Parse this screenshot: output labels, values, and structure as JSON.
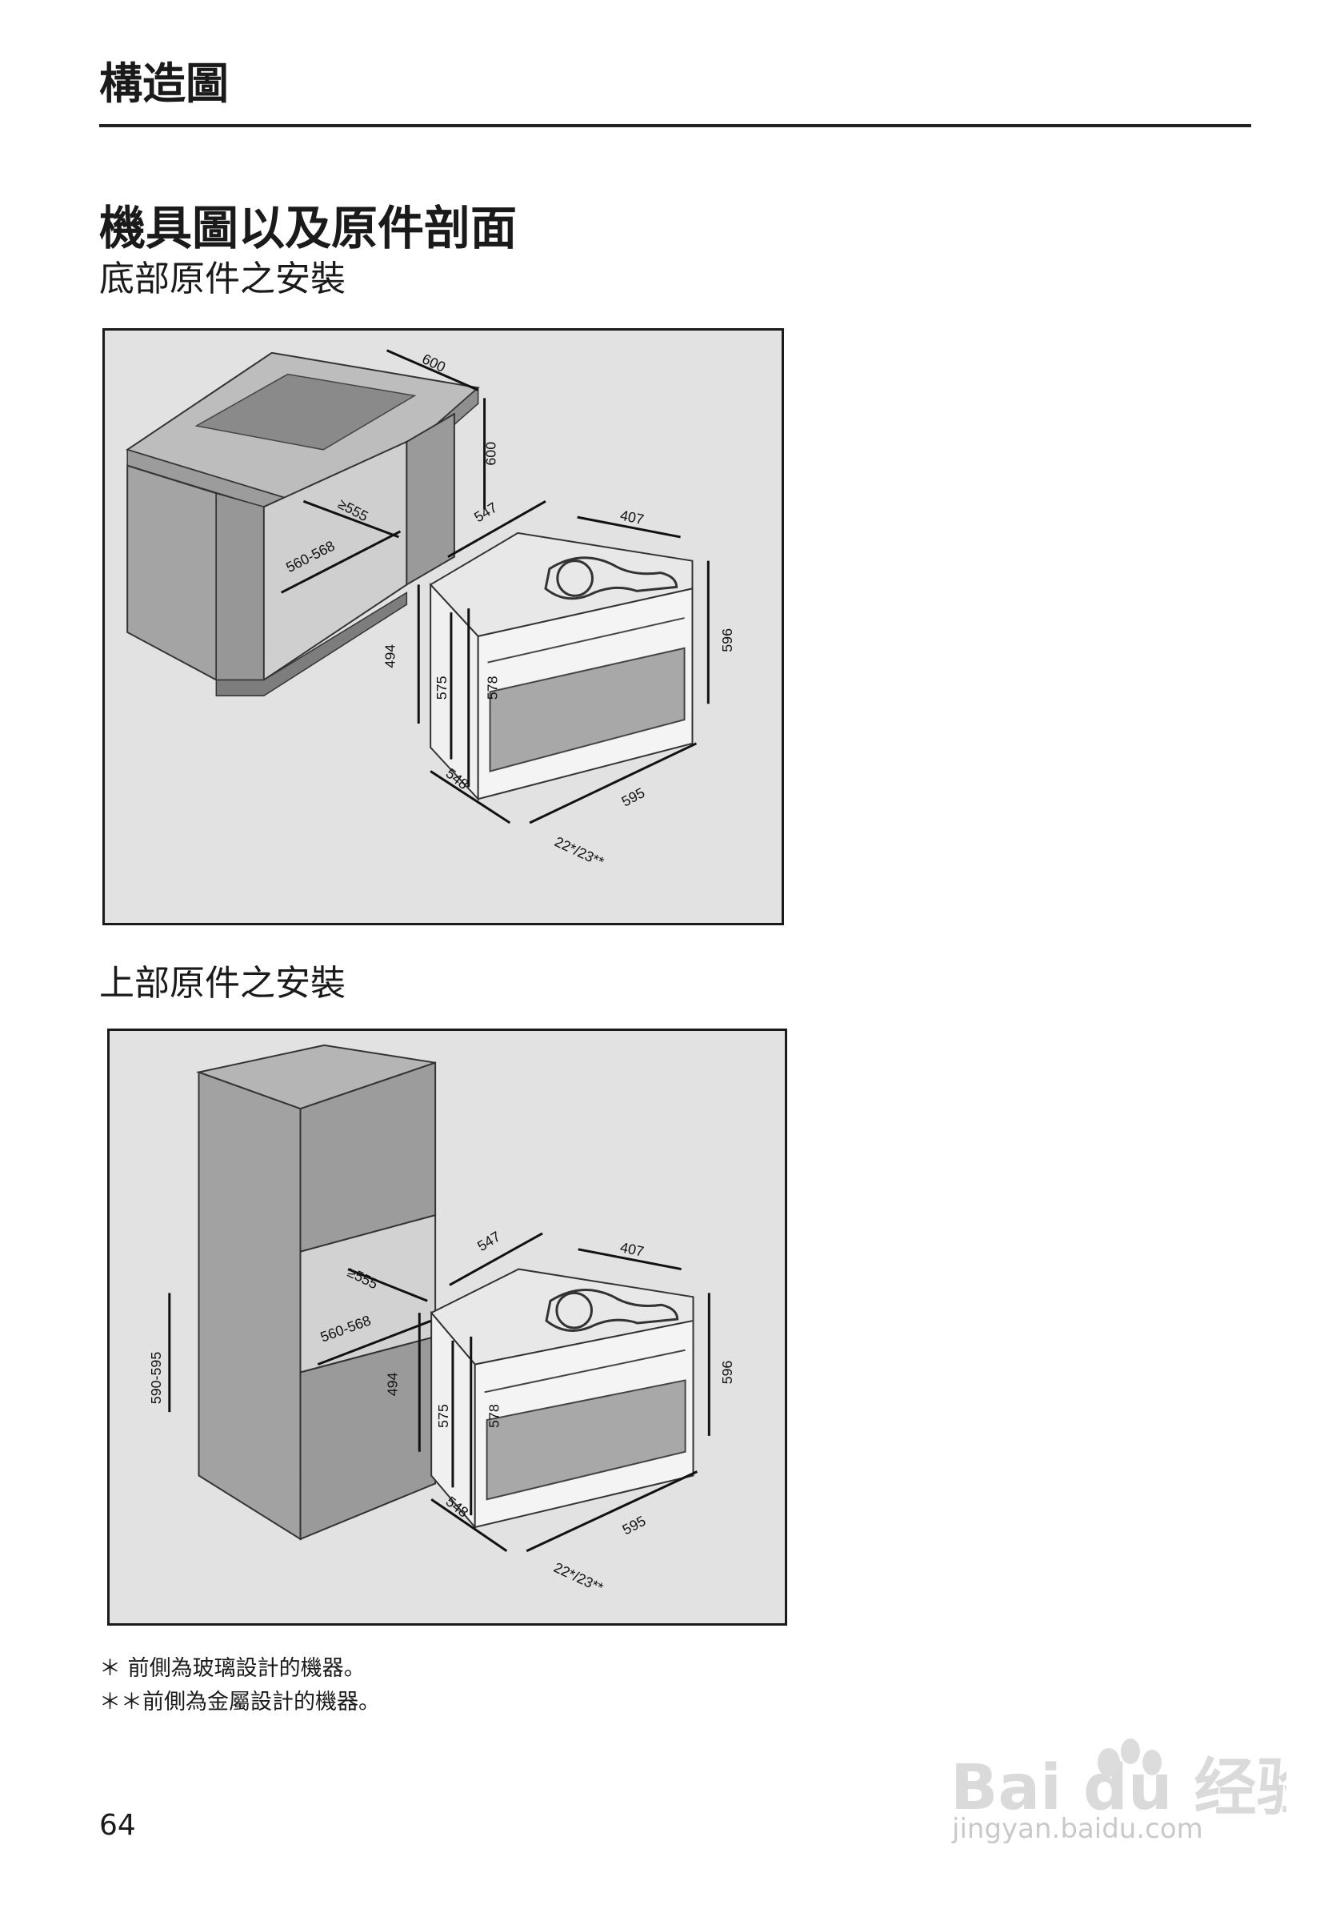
{
  "header": {
    "title": "構造圖"
  },
  "section": {
    "title": "機具圖以及原件剖面",
    "bottom_install": "底部原件之安裝",
    "top_install": "上部原件之安裝"
  },
  "fig1": {
    "dims": {
      "d600a": "600",
      "d600b": "600",
      "d555": "≥555",
      "d560": "560-568",
      "d547": "547",
      "d407": "407",
      "d596": "596",
      "d494": "494",
      "d575": "575",
      "d578": "578",
      "d548": "548",
      "d595": "595",
      "d22": "22*/23**"
    }
  },
  "fig2": {
    "dims": {
      "d590": "590-595",
      "d555": "≥555",
      "d560": "560-568",
      "d547": "547",
      "d407": "407",
      "d596": "596",
      "d494": "494",
      "d575": "575",
      "d578": "578",
      "d548": "548",
      "d595": "595",
      "d22": "22*/23**"
    }
  },
  "footnotes": {
    "glass": "＊  前側為玻璃設計的機器。",
    "metal": "＊＊前側為金屬設計的機器。"
  },
  "page_number": "64",
  "watermark": {
    "logo": "Bai du 经验",
    "url": "jingyan.baidu.com"
  },
  "colors": {
    "panel": "#e2e2e2",
    "cabinet": "#9a9a9a",
    "cabinet_dark": "#7d7d7d",
    "oven": "#d8d8d8"
  }
}
